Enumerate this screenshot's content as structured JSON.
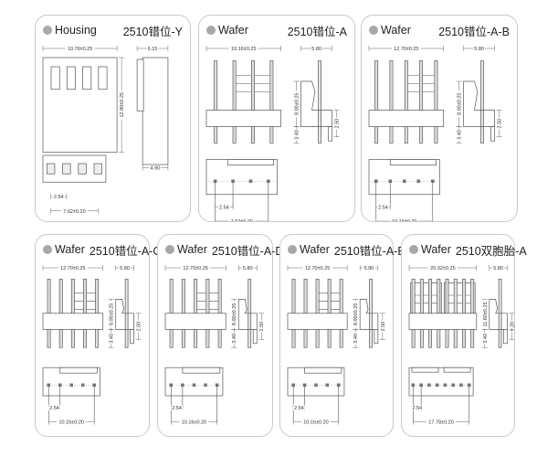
{
  "panels": [
    {
      "name": "Housing",
      "model": "2510错位-Y",
      "kind": "housing",
      "pins": 4,
      "dims": {
        "width": "10.76±0.25",
        "height": "12.80±0.25",
        "side_top": "6.15",
        "side_bottom": "4.90",
        "pitch": "2.54",
        "span": "7.62±0.20"
      }
    },
    {
      "name": "Wafer",
      "model": "2510错位-A",
      "kind": "wafer",
      "pins": 4,
      "dims": {
        "width": "10.16±0.25",
        "side_top": "5.80",
        "height": "8.00±0.25",
        "lower": "3.40",
        "right": "2.50",
        "pitch": "2.54",
        "span": "7.62±0.20"
      }
    },
    {
      "name": "Wafer",
      "model": "2510错位-A-B",
      "kind": "wafer",
      "pins": 5,
      "dims": {
        "width": "12.70±0.25",
        "side_top": "5.80",
        "height": "8.00±0.25",
        "lower": "3.40",
        "right": "2.50",
        "pitch": "2.54",
        "span": "10.16±0.20"
      }
    },
    {
      "name": "Wafer",
      "model": "2510错位-A-C",
      "kind": "wafer",
      "pins": 5,
      "dims": {
        "width": "12.70±0.25",
        "side_top": "5.80",
        "height": "8.00±0.25",
        "lower": "3.40",
        "right": "2.50",
        "pitch": "2.54",
        "span": "10.16±0.20"
      }
    },
    {
      "name": "Wafer",
      "model": "2510错位-A-D",
      "kind": "wafer",
      "pins": 5,
      "dims": {
        "width": "12.70±0.25",
        "side_top": "5.80",
        "height": "8.00±0.25",
        "lower": "3.40",
        "right": "2.50",
        "pitch": "2.54",
        "span": "10.16±0.20"
      }
    },
    {
      "name": "Wafer",
      "model": "2510错位-A-E",
      "kind": "wafer",
      "pins": 5,
      "dims": {
        "width": "12.70±0.25",
        "side_top": "5.80",
        "height": "8.00±0.25",
        "lower": "3.40",
        "right": "2.50",
        "pitch": "2.54",
        "span": "10.16±0.20"
      }
    },
    {
      "name": "Wafer",
      "model": "2510双胞胎-A",
      "kind": "twin",
      "pins": 8,
      "dims": {
        "width": "20.32±0.25",
        "side_top": "5.80",
        "height": "11.60±0.25",
        "lower": "3.40",
        "right": "9.20",
        "pitch": "2.54",
        "span": "17.78±0.20"
      }
    }
  ]
}
